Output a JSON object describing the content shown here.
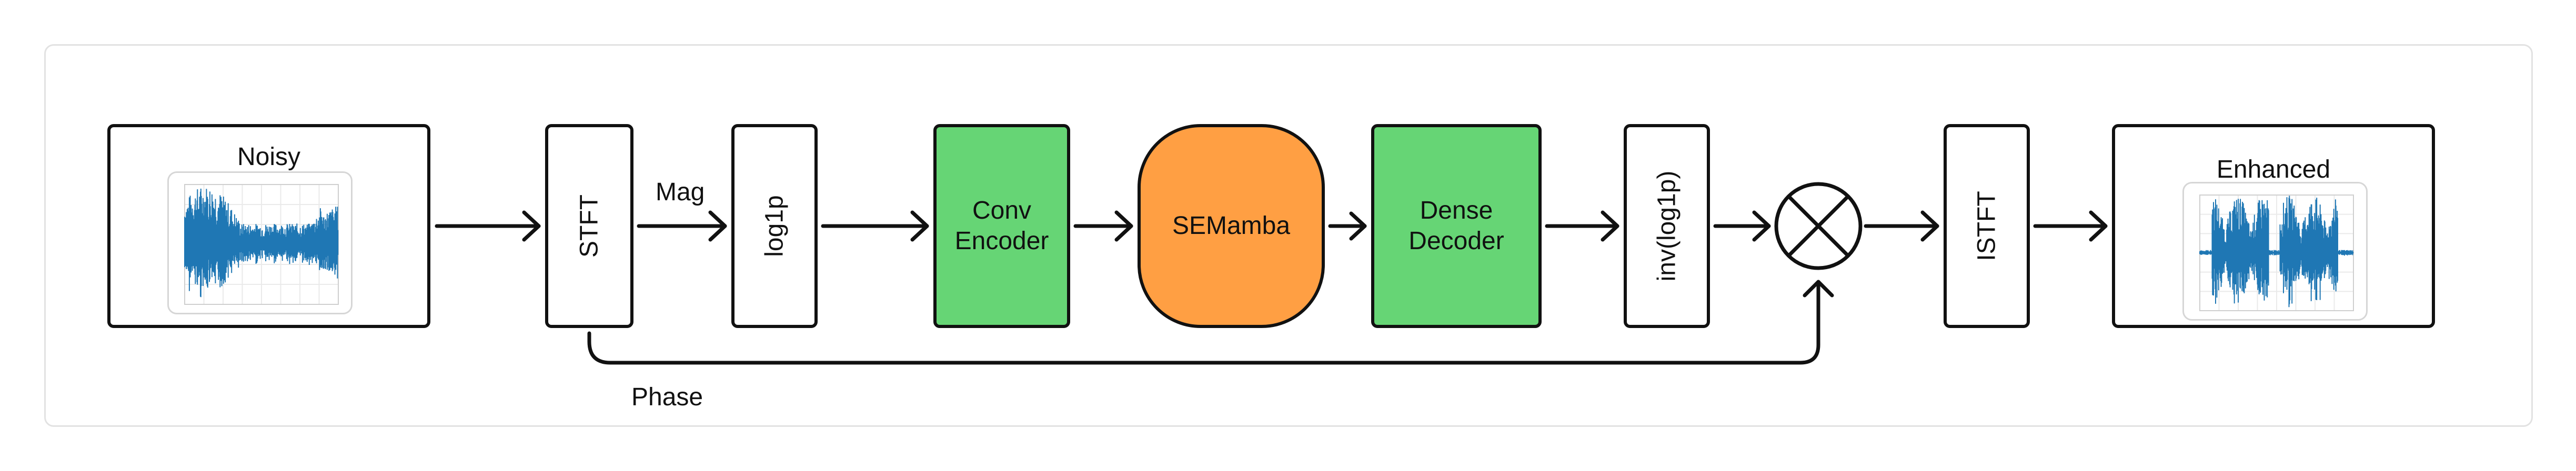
{
  "diagram": {
    "nodes": {
      "noisy": "Noisy",
      "stft": "STFT",
      "log1p": "log1p",
      "conv_encoder": [
        "Conv",
        "Encoder"
      ],
      "semamba": "SEMamba",
      "dense_decoder": [
        "Dense",
        "Decoder"
      ],
      "inv_log1p": "inv(log1p)",
      "istft": "ISTFT",
      "enhanced": "Enhanced"
    },
    "edge_labels": {
      "mag": "Mag",
      "phase": "Phase"
    },
    "colors": {
      "green": "#66d575",
      "orange": "#ff9f43",
      "waveform": "#1f77b4",
      "stroke": "#111111"
    },
    "icons": {
      "multiply": "circle-x-icon",
      "waveform": "waveform-icon"
    }
  }
}
